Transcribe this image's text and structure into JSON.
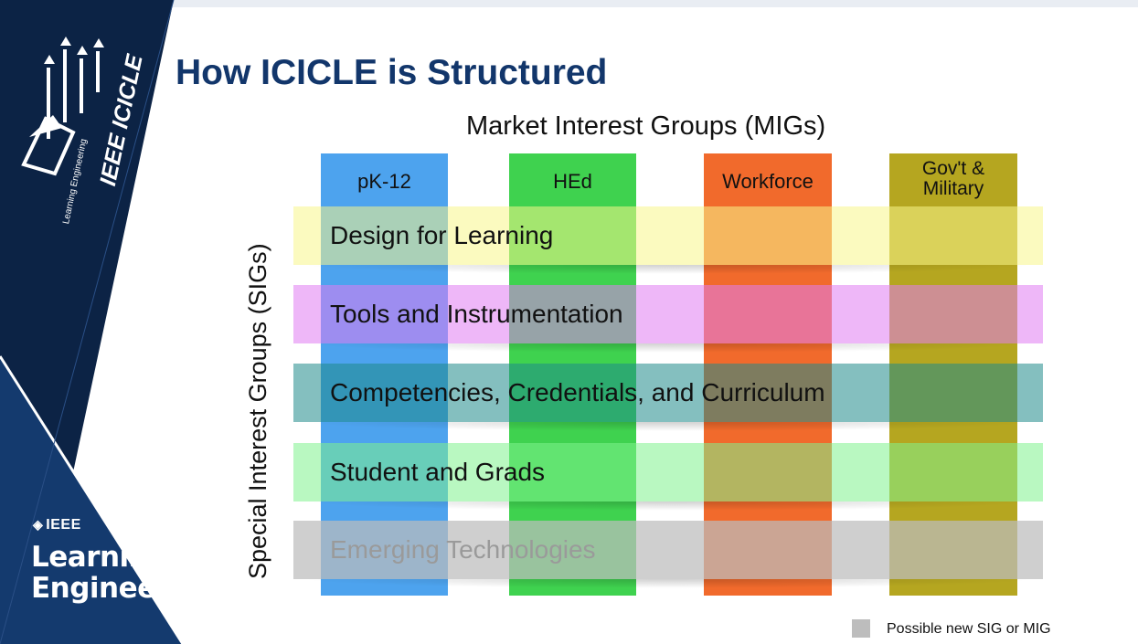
{
  "brand": {
    "logo_text": "IEEE ICICLE",
    "logo_subtext": "Learning Engineering",
    "ieee_label": "IEEE",
    "footer_line1": "Learning",
    "footer_line2": "Engineering"
  },
  "title": "How ICICLE is Structured",
  "mig_heading": "Market Interest Groups (MIGs)",
  "sig_heading": "Special Interest Groups (SIGs)",
  "migs": [
    {
      "label": "pK-12",
      "color": "#4da3ee"
    },
    {
      "label": "HEd",
      "color": "#3fd24f"
    },
    {
      "label": "Workforce",
      "color": "#f16a2c"
    },
    {
      "label": "Gov't &",
      "label2": "Military",
      "color": "#b5a620"
    }
  ],
  "sigs": [
    {
      "label": "Design for Learning",
      "color": "#f7f58a"
    },
    {
      "label": "Tools and Instrumentation",
      "color": "#e07cf2"
    },
    {
      "label": "Competencies, Credentials, and Curriculum",
      "color": "#1f8a8a"
    },
    {
      "label": "Student and Grads",
      "color": "#7ff28e"
    },
    {
      "label": "Emerging Technologies",
      "color": "#bdbdbd",
      "text_color": "#9a9a9a"
    }
  ],
  "legend": {
    "label": "Possible new SIG or MIG",
    "color": "#bdbdbd"
  },
  "colors": {
    "sidebar_dark": "#0c2345",
    "title": "#12366b"
  }
}
